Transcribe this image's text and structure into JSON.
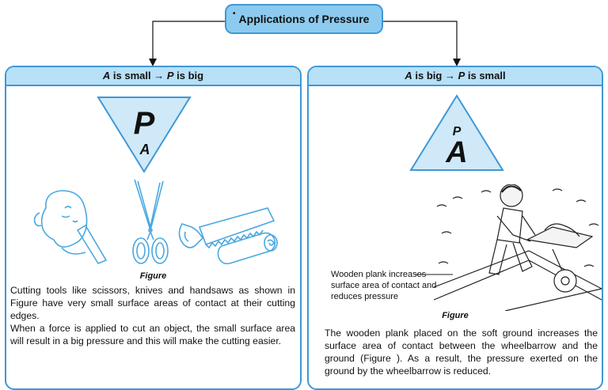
{
  "title": "Applications of Pressure",
  "title_dot": "•",
  "left": {
    "head_a": "A",
    "head_mid": " is small → ",
    "head_p": "P",
    "head_end": " is big",
    "tri_p": "P",
    "tri_a": "A",
    "caption": "Figure",
    "para1": "Cutting tools like scissors, knives and handsaws as shown in Figure      have very small surface areas of contact at their cutting edges.",
    "para2": "When a force is applied to cut an object, the small surface area will result in a big pressure and this will make the cutting easier."
  },
  "right": {
    "head_a": "A",
    "head_mid": " is big → ",
    "head_p": "P",
    "head_end": " is small",
    "tri_p": "P",
    "tri_a": "A",
    "plank_label": "Wooden plank increases surface area of contact and reduces pressure",
    "caption": "Figure",
    "para1": "The wooden plank placed on the soft ground increases the surface area of contact between the wheelbarrow and the ground (Figure     ). As a result, the pressure exerted on the ground by the wheelbarrow is reduced."
  },
  "colors": {
    "accent_border": "#3f98d6",
    "title_fill": "#8ccbef",
    "header_fill": "#b8e0f6",
    "illustration_line": "#4aa8e0"
  }
}
